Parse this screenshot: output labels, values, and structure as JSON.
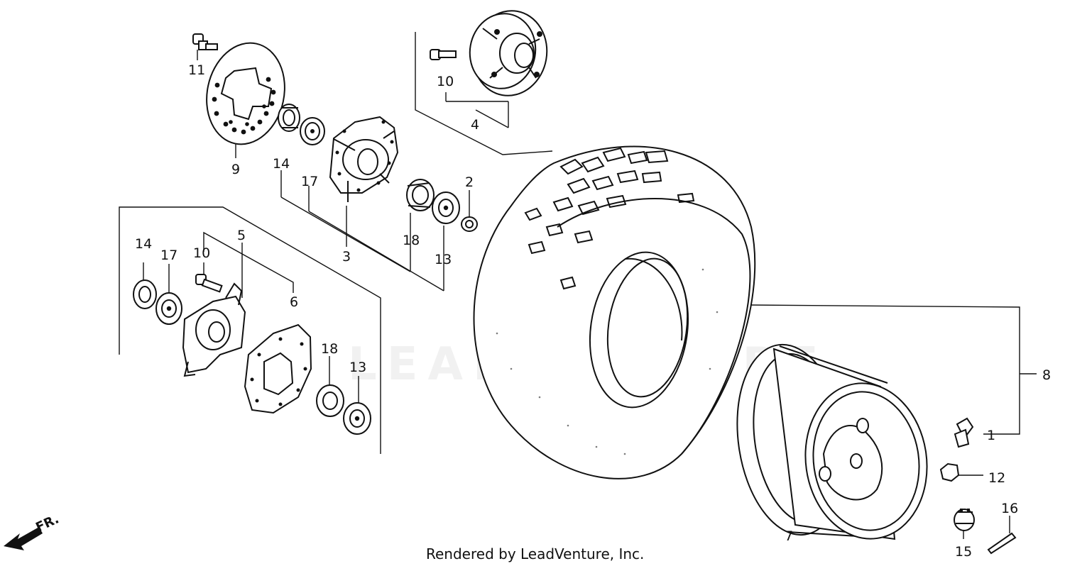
{
  "footer": "Rendered by LeadVenture, Inc.",
  "watermark": "LEADVENTURE",
  "direction_marker": "FR.",
  "callouts": {
    "p1": "1",
    "p2": "2",
    "p3": "3",
    "p4": "4",
    "p5": "5",
    "p6": "6",
    "p7": "7",
    "p8": "8",
    "p9": "9",
    "p10a": "10",
    "p10b": "10",
    "p11": "11",
    "p12": "12",
    "p13a": "13",
    "p13b": "13",
    "p14a": "14",
    "p14b": "14",
    "p15": "15",
    "p16": "16",
    "p17a": "17",
    "p17b": "17",
    "p18a": "18",
    "p18b": "18"
  },
  "colors": {
    "ink": "#111111",
    "paper": "#ffffff"
  }
}
